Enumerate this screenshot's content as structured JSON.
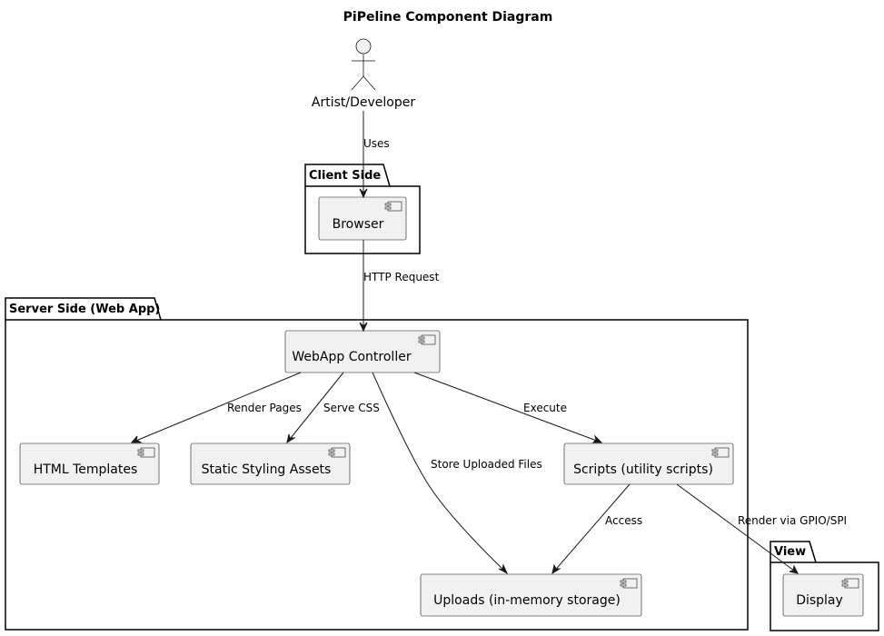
{
  "title": "PiPeline Component Diagram",
  "actor": {
    "label": "Artist/Developer"
  },
  "packages": {
    "client": "Client Side",
    "server": "Server Side (Web App)",
    "view": "View"
  },
  "components": {
    "browser": "Browser",
    "controller": "WebApp Controller",
    "templates": "HTML Templates",
    "static": "Static Styling Assets",
    "scripts": "Scripts (utility scripts)",
    "uploads": "Uploads (in-memory storage)",
    "display": "Display"
  },
  "edges": {
    "uses": "Uses",
    "http": "HTTP Request",
    "render_pages": "Render Pages",
    "serve_css": "Serve CSS",
    "store": "Store Uploaded Files",
    "execute": "Execute",
    "access": "Access",
    "render_gpio": "Render via GPIO/SPI"
  }
}
